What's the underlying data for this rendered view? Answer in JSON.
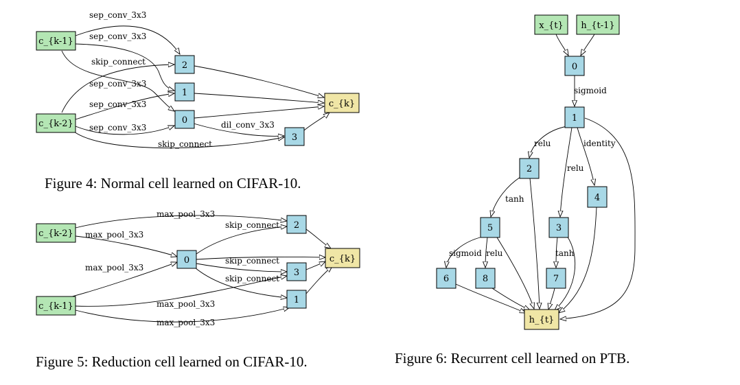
{
  "figure4": {
    "caption": "Figure 4: Normal cell learned on CIFAR-10.",
    "nodes": {
      "ck1": "c_{k-1}",
      "ck2": "c_{k-2}",
      "n0": "0",
      "n1": "1",
      "n2": "2",
      "n3": "3",
      "ck": "c_{k}"
    },
    "edges": {
      "e_ck1_n2": "sep_conv_3x3",
      "e_ck1_n1": "sep_conv_3x3",
      "e_ck2_n2": "skip_connect",
      "e_ck1_n0": "sep_conv_3x3",
      "e_ck2_n1": "sep_conv_3x3",
      "e_ck2_n0": "sep_conv_3x3",
      "e_n0_n3": "dil_conv_3x3",
      "e_ck2_n3": "skip_connect"
    }
  },
  "figure5": {
    "caption": "Figure 5: Reduction cell learned on CIFAR-10.",
    "nodes": {
      "ck2": "c_{k-2}",
      "ck1": "c_{k-1}",
      "n0": "0",
      "n1": "1",
      "n2": "2",
      "n3": "3",
      "ck": "c_{k}"
    },
    "edges": {
      "e_ck2_n2": "max_pool_3x3",
      "e_ck2_n0": "max_pool_3x3",
      "e_ck1_n0": "max_pool_3x3",
      "e_n0_n2": "skip_connect",
      "e_n0_ck": "skip_connect",
      "e_n0_n3": "skip_connect",
      "e_ck1_n3": "max_pool_3x3",
      "e_ck1_n1": "max_pool_3x3"
    }
  },
  "figure6": {
    "caption": "Figure 6: Recurrent cell learned on PTB.",
    "nodes": {
      "xt": "x_{t}",
      "ht1": "h_{t-1}",
      "n0": "0",
      "n1": "1",
      "n2": "2",
      "n3": "3",
      "n4": "4",
      "n5": "5",
      "n6": "6",
      "n7": "7",
      "n8": "8",
      "ht": "h_{t}"
    },
    "edges": {
      "e_n0_n1": "sigmoid",
      "e_n1_n2": "relu",
      "e_n1_n3": "relu",
      "e_n1_n4": "identity",
      "e_n2_n5": "tanh",
      "e_n5_n6": "sigmoid",
      "e_n5_n8": "relu",
      "e_n3_n7": "tanh"
    }
  }
}
